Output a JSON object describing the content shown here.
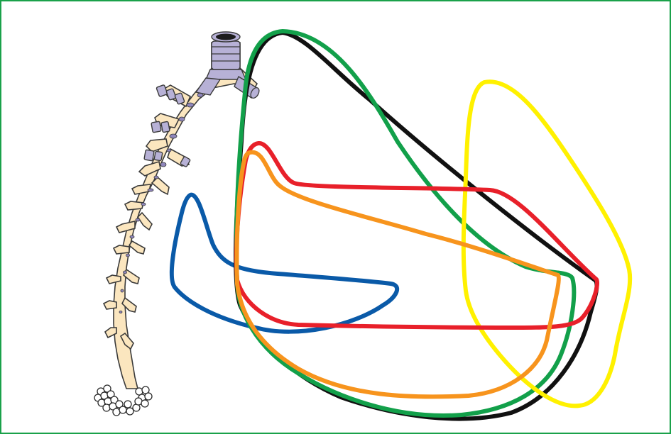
{
  "figure": {
    "colors": {
      "frame_border": "#1aa14a",
      "airway_fill": "#fbe6bf",
      "cartilage": "#b7b1d6",
      "cartilage_spots": "#8f86bb",
      "outline": "#3a3a3a"
    },
    "illustration": "airway-tree-icon",
    "loops": [
      {
        "id": "blue",
        "color": "#0a5aa8"
      },
      {
        "id": "black",
        "color": "#111111"
      },
      {
        "id": "green",
        "color": "#12a04a"
      },
      {
        "id": "yellow",
        "color": "#fff100"
      },
      {
        "id": "red",
        "color": "#e8202a"
      },
      {
        "id": "orange",
        "color": "#f7941d"
      }
    ]
  }
}
